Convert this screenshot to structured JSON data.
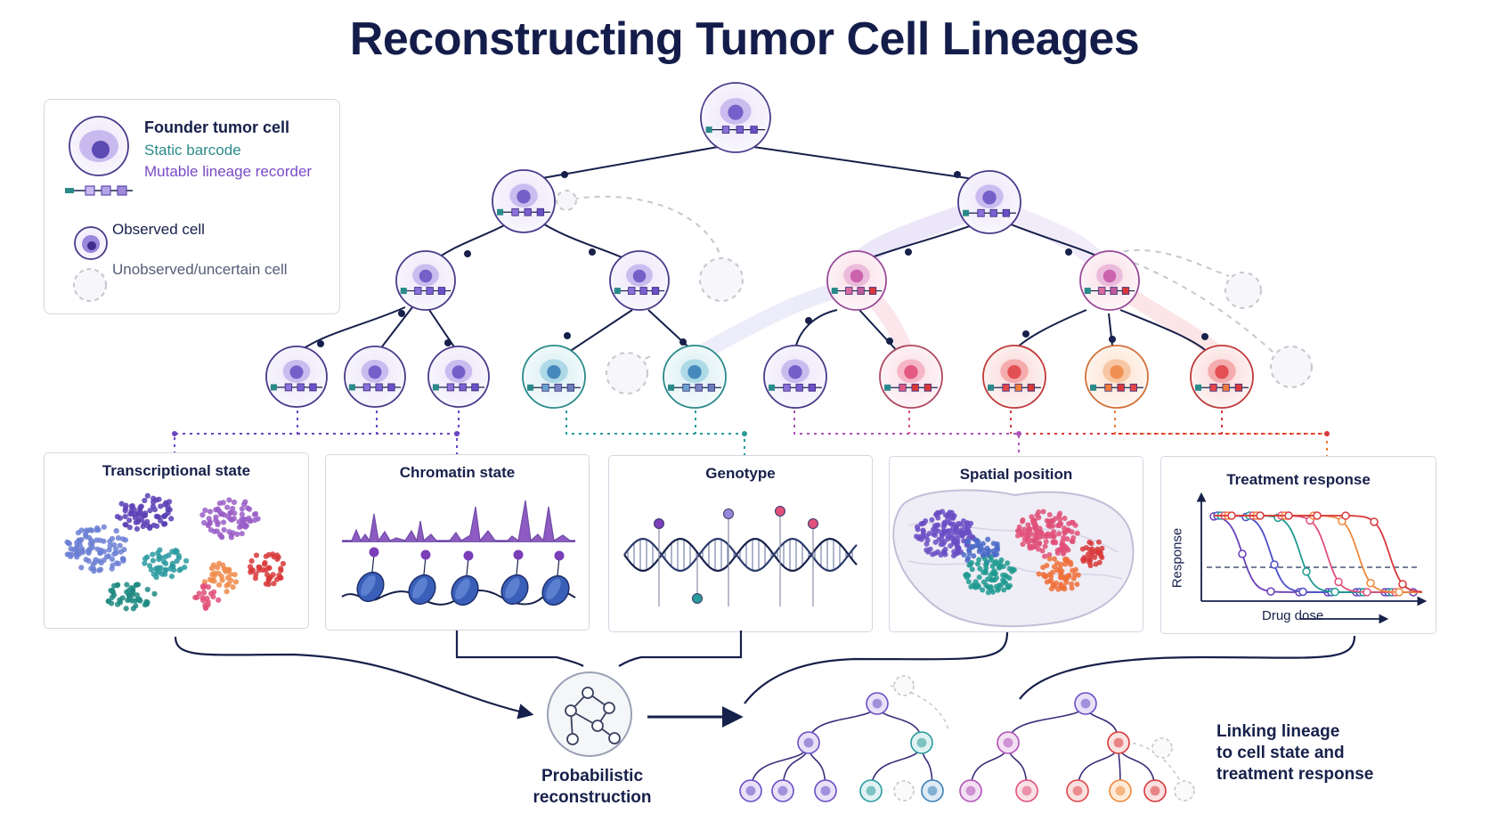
{
  "title": "Reconstructing Tumor Cell Lineages",
  "legend": {
    "founder": "Founder tumor cell",
    "static_barcode": "Static barcode",
    "mutable_recorder": "Mutable lineage recorder",
    "observed": "Observed cell",
    "unobserved": "Unobserved/uncertain cell"
  },
  "panels": {
    "transcriptional": "Transcriptional state",
    "chromatin": "Chromatin state",
    "genotype": "Genotype",
    "spatial": "Spatial position",
    "treatment": "Treatment response",
    "treatment_ylabel": "Response",
    "treatment_xlabel": "Drug dose"
  },
  "reconstruction": {
    "label_line1": "Probabilistic",
    "label_line2": "reconstruction"
  },
  "outcome": {
    "line1": "Linking lineage",
    "line2": "to cell state and",
    "line3": "treatment response"
  },
  "colors": {
    "navy": "#16204a",
    "purple": "#7a4bc4",
    "teal": "#2a9a9a",
    "pink": "#e0507a",
    "red": "#d8383a",
    "orange": "#f07a3a",
    "static_barcode": "#2a8a8a",
    "mutable_recorder": "#7a4bc4"
  },
  "icons": [
    "cell-icon",
    "barcode-icon",
    "dna-helix-icon",
    "nucleosome-icon",
    "network-icon",
    "arrow-icon"
  ]
}
